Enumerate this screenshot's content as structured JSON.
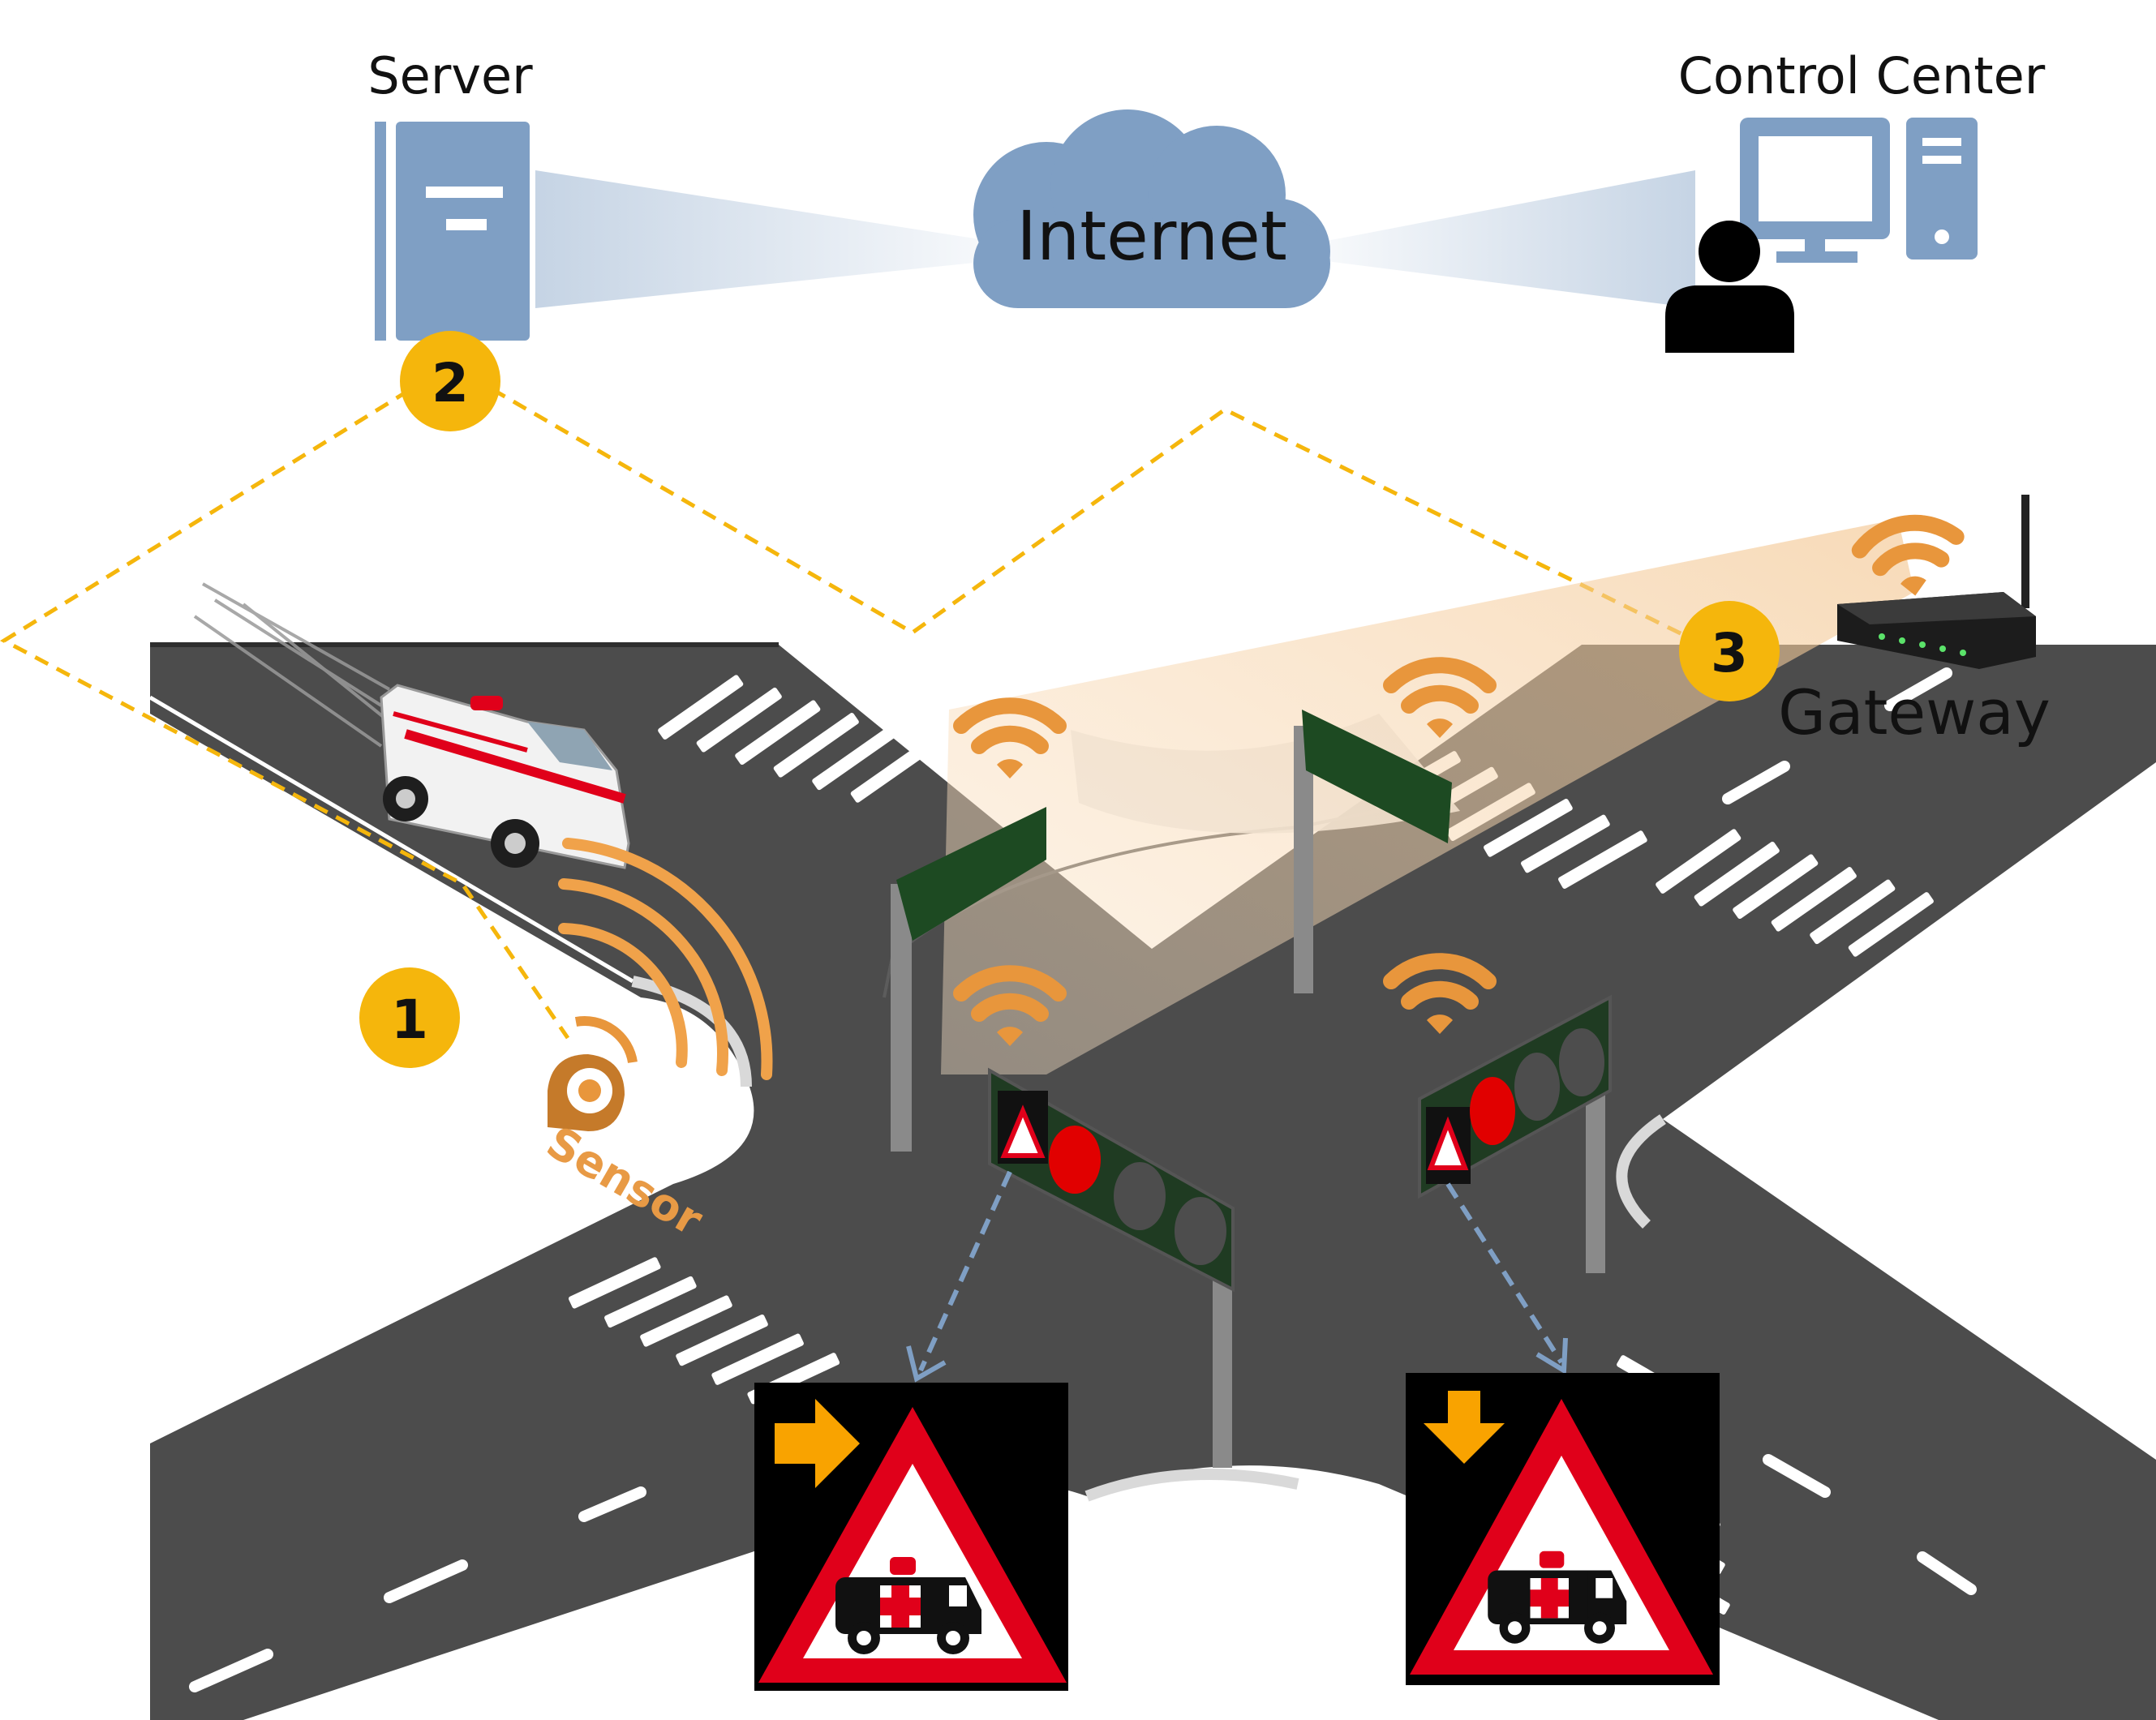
{
  "labels": {
    "server": "Server",
    "internet": "Internet",
    "control_center": "Control Center",
    "gateway": "Gateway",
    "sensor": "Sensor"
  },
  "steps": {
    "one": "1",
    "two": "2",
    "three": "3"
  },
  "icons": {
    "server": "server-icon",
    "cloud": "cloud-icon",
    "monitor": "monitor-icon",
    "tower": "pc-tower-icon",
    "user": "user-icon",
    "router": "router-icon",
    "wifi": "wifi-icon",
    "ambulance": "ambulance-icon",
    "traffic_light": "traffic-light-icon",
    "warning_sign": "ambulance-warning-sign-icon",
    "arrow_right": "arrow-right-icon",
    "arrow_down": "arrow-down-icon"
  },
  "colors": {
    "device_blue": "#7f9fc4",
    "step_badge": "#f5b60c",
    "dashed_link": "#f5b60c",
    "wifi_orange": "#e8963c",
    "road": "#4c4c4c",
    "signal_red": "#e10000",
    "signal_off": "#4d4d4d",
    "pole_green": "#1d4a22",
    "sign_red": "#e0001a",
    "indicator_amber": "#f9a300"
  }
}
